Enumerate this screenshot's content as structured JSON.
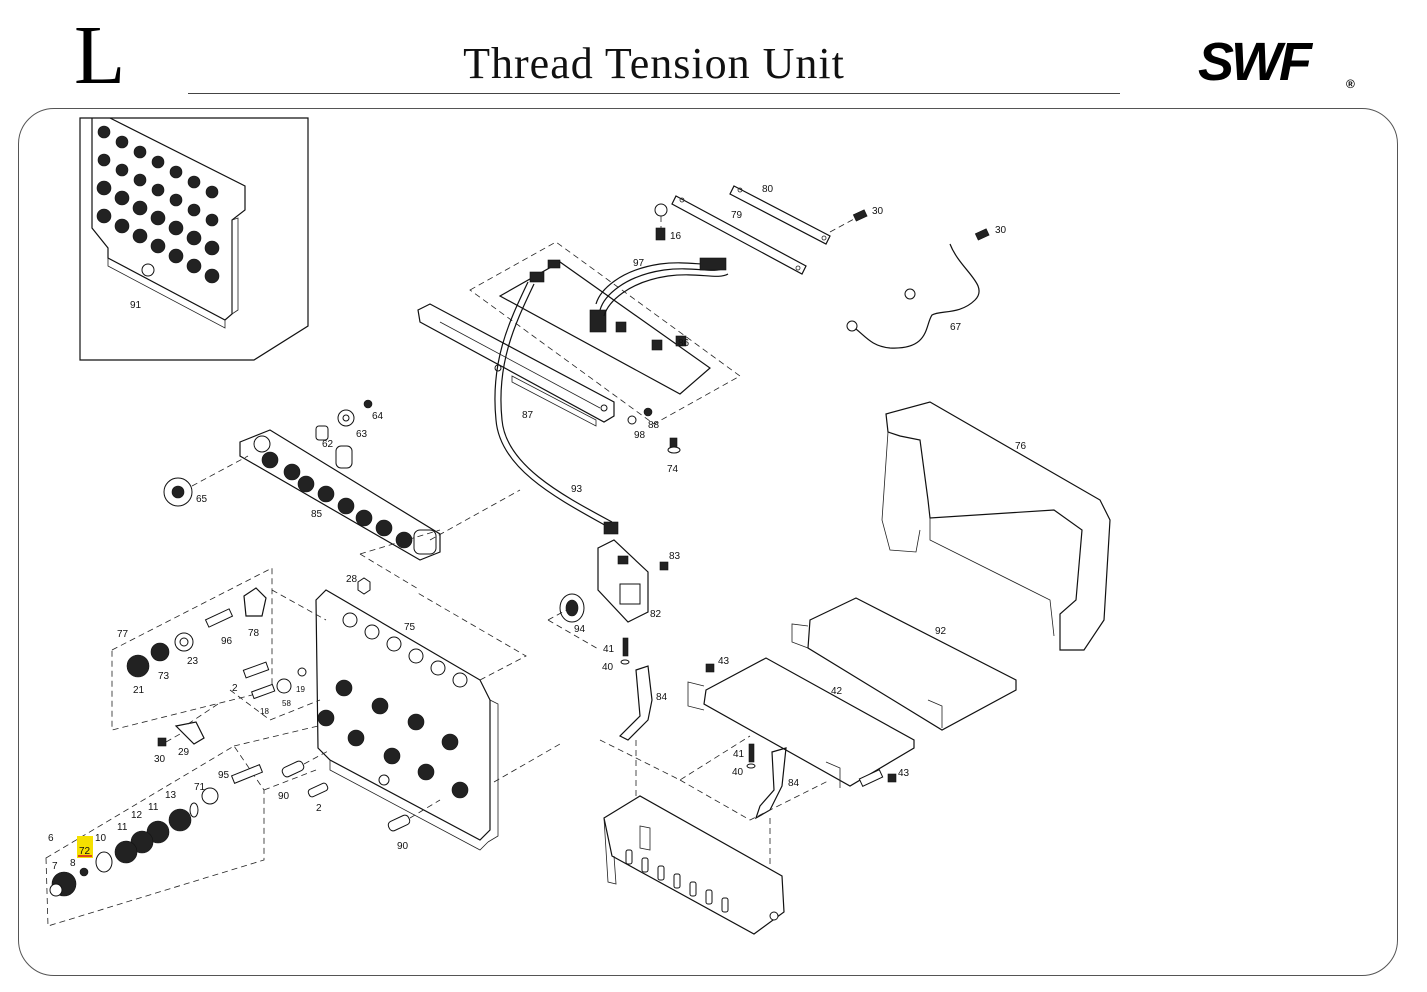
{
  "header": {
    "section_letter": "L",
    "title": "Thread Tension Unit",
    "logo_text": "SWF",
    "logo_mark": "®"
  },
  "callouts": [
    {
      "id": "c91",
      "text": "91"
    },
    {
      "id": "c80",
      "text": "80"
    },
    {
      "id": "c79",
      "text": "79"
    },
    {
      "id": "c30a",
      "text": "30"
    },
    {
      "id": "c30b",
      "text": "30"
    },
    {
      "id": "c16",
      "text": "16"
    },
    {
      "id": "c67",
      "text": "67"
    },
    {
      "id": "c97",
      "text": "97"
    },
    {
      "id": "c86",
      "text": "86"
    },
    {
      "id": "c87",
      "text": "87"
    },
    {
      "id": "c64",
      "text": "64"
    },
    {
      "id": "c63",
      "text": "63"
    },
    {
      "id": "c62",
      "text": "62"
    },
    {
      "id": "c88",
      "text": "88"
    },
    {
      "id": "c98",
      "text": "98"
    },
    {
      "id": "c74",
      "text": "74"
    },
    {
      "id": "c76",
      "text": "76"
    },
    {
      "id": "c65",
      "text": "65"
    },
    {
      "id": "c85",
      "text": "85"
    },
    {
      "id": "c93",
      "text": "93"
    },
    {
      "id": "c83",
      "text": "83"
    },
    {
      "id": "c82",
      "text": "82"
    },
    {
      "id": "c94",
      "text": "94"
    },
    {
      "id": "c28",
      "text": "28"
    },
    {
      "id": "c75",
      "text": "75"
    },
    {
      "id": "c78",
      "text": "78"
    },
    {
      "id": "c77",
      "text": "77"
    },
    {
      "id": "c96",
      "text": "96"
    },
    {
      "id": "c23",
      "text": "23"
    },
    {
      "id": "c73",
      "text": "73"
    },
    {
      "id": "c21",
      "text": "21"
    },
    {
      "id": "c2a",
      "text": "2"
    },
    {
      "id": "c19",
      "text": "19"
    },
    {
      "id": "c18",
      "text": "18"
    },
    {
      "id": "c58",
      "text": "58"
    },
    {
      "id": "c29",
      "text": "29"
    },
    {
      "id": "c30c",
      "text": "30"
    },
    {
      "id": "c92",
      "text": "92"
    },
    {
      "id": "c42",
      "text": "42"
    },
    {
      "id": "c41a",
      "text": "41"
    },
    {
      "id": "c40a",
      "text": "40"
    },
    {
      "id": "c84a",
      "text": "84"
    },
    {
      "id": "c43a",
      "text": "43"
    },
    {
      "id": "c41b",
      "text": "41"
    },
    {
      "id": "c40b",
      "text": "40"
    },
    {
      "id": "c84b",
      "text": "84"
    },
    {
      "id": "c43b",
      "text": "43"
    },
    {
      "id": "c95",
      "text": "95"
    },
    {
      "id": "c71",
      "text": "71"
    },
    {
      "id": "c13",
      "text": "13"
    },
    {
      "id": "c11a",
      "text": "11"
    },
    {
      "id": "c12",
      "text": "12"
    },
    {
      "id": "c11b",
      "text": "11"
    },
    {
      "id": "c10",
      "text": "10"
    },
    {
      "id": "c6",
      "text": "6"
    },
    {
      "id": "c72",
      "text": "72"
    },
    {
      "id": "c7",
      "text": "7"
    },
    {
      "id": "c8",
      "text": "8"
    },
    {
      "id": "c90a",
      "text": "90"
    },
    {
      "id": "c2b",
      "text": "2"
    },
    {
      "id": "c90b",
      "text": "90"
    }
  ],
  "colors": {
    "highlight": "#f5e000",
    "highlight_underline": "#d42020",
    "ink": "#111111"
  }
}
